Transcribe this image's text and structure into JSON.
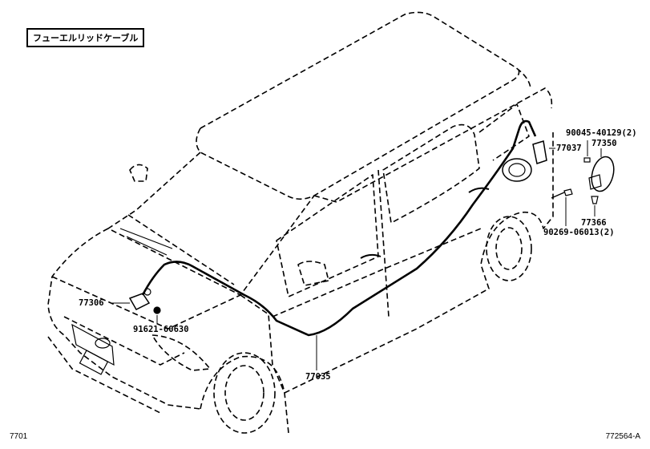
{
  "title": "フューエルリッドケーブル",
  "figure_number": "7701",
  "illustration_code": "772564-A",
  "parts": [
    {
      "number": "77306"
    },
    {
      "number": "91621-60630"
    },
    {
      "number": "77035"
    },
    {
      "number": "77037"
    },
    {
      "number": "90045-40129",
      "qty": "(2)"
    },
    {
      "number": "77350"
    },
    {
      "number": "77366"
    },
    {
      "number": "90269-06013",
      "qty": "(2)"
    }
  ]
}
